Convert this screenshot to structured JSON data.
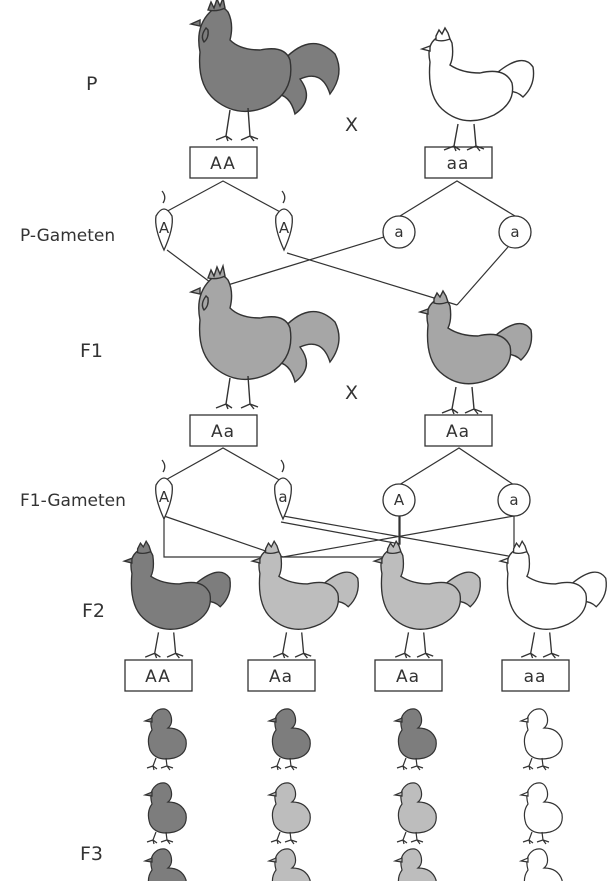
{
  "generations": {
    "p": "P",
    "p_gametes": "P-Gameten",
    "f1": "F1",
    "f1_gametes": "F1-Gameten",
    "f2": "F2",
    "f3": "F3"
  },
  "cross_symbol": "X",
  "p_generation": {
    "rooster": {
      "genotype": "AA",
      "color": "#7d7d7d"
    },
    "hen": {
      "genotype": "aa",
      "color": "#ffffff"
    }
  },
  "p_gametes": [
    "A",
    "A",
    "a",
    "a"
  ],
  "f1_generation": {
    "rooster": {
      "genotype": "Aa",
      "color": "#a6a6a6"
    },
    "hen": {
      "genotype": "Aa",
      "color": "#a6a6a6"
    }
  },
  "f1_gametes": [
    "A",
    "a",
    "A",
    "a"
  ],
  "f2_generation": [
    {
      "genotype": "AA",
      "color": "#7d7d7d"
    },
    {
      "genotype": "Aa",
      "color": "#bdbdbd"
    },
    {
      "genotype": "Aa",
      "color": "#bdbdbd"
    },
    {
      "genotype": "aa",
      "color": "#ffffff"
    }
  ],
  "f3_chick_colors": [
    [
      "#7d7d7d",
      "#7d7d7d",
      "#7d7d7d",
      "#ffffff"
    ],
    [
      "#7d7d7d",
      "#bdbdbd",
      "#bdbdbd",
      "#ffffff"
    ],
    [
      "#7d7d7d",
      "#bdbdbd",
      "#bdbdbd",
      "#ffffff"
    ]
  ],
  "line_color": "#333333"
}
